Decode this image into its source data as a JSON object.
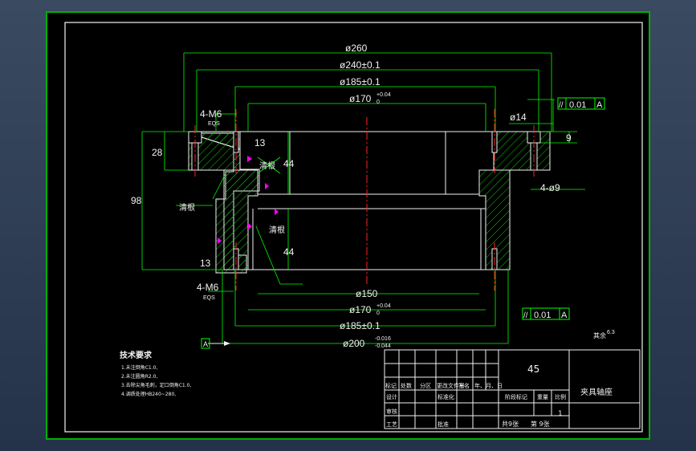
{
  "dimensions": {
    "d260": "ø260",
    "d240": "ø240±0.1",
    "d185_top": "ø185±0.1",
    "d170_top": "ø170",
    "d170_top_tol": "+0.04",
    "d170_top_tol0": "0",
    "d14": "ø14",
    "d9": "9",
    "d4m6_top": "4-M6",
    "eq_top": "EQS",
    "d13_top": "13",
    "d28": "28",
    "d98": "98",
    "d44_top": "44",
    "d44_bot": "44",
    "d13_bot": "13",
    "d4m6_bot": "4-M6",
    "eq_bot": "EQS",
    "d4x9": "4-ø9",
    "d150": "ø150",
    "d170_bot": "ø170",
    "d170_bot_tol": "+0.04",
    "d170_bot_tol0": "0",
    "d185_bot": "ø185±0.1",
    "d200": "ø200",
    "d200_tol_up": "-0.016",
    "d200_tol_lo": "-0.044",
    "datum": "A",
    "tol_frame_top": {
      "sym": "//",
      "value": "0.01",
      "ref": "A"
    },
    "tol_frame_mid": {
      "sym": "//",
      "value": "0.01",
      "ref": "A"
    },
    "note_qinggen_1": "清根",
    "note_qinggen_2": "清根",
    "note_qinggen_3": "清根",
    "roughness": "其余",
    "roughness_val": "6.3"
  },
  "tech_notes": {
    "title": "技术要求",
    "lines": [
      "1.未注倒角C1.0,",
      "2.未注圆角R2.0,",
      "3.去除尖角毛刺，定口倒角C1.0,",
      "4.调质处理HB240~280,"
    ]
  },
  "title_block": {
    "material": "45",
    "part_name": "夹具轴座",
    "cells": {
      "mark": "标记",
      "count": "处数",
      "zone": "分区",
      "change_doc": "更改文件号",
      "sign": "签名",
      "date": "年、月、日",
      "design": "设计",
      "standard": "标准化",
      "stage_mark": "阶段标记",
      "weight": "重量",
      "scale": "比例",
      "review": "审核",
      "process": "工艺",
      "approve": "批准",
      "total_sheets": "共9张",
      "sheet_no": "第 9张",
      "scale_val": "1"
    }
  },
  "colors": {
    "background": "#000000",
    "line": "#f2f2f2",
    "frame": "#00b000",
    "dim": "#00ff00",
    "center": "#ff2020",
    "hatch": "#00d000",
    "accent": "#ff00ff"
  }
}
